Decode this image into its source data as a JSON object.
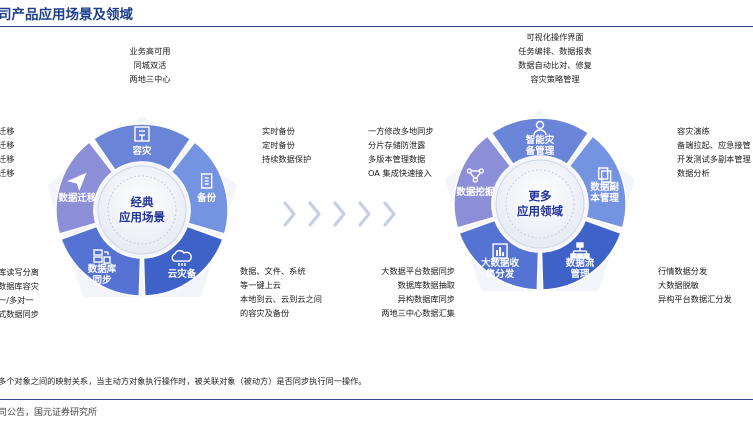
{
  "header": {
    "title": "司产品应用场景及领域"
  },
  "left_diagram": {
    "center_label": [
      "经典",
      "应用场景"
    ],
    "segments": [
      {
        "label": "容灾",
        "icon": "building-icon",
        "color": "#6a84d8"
      },
      {
        "label": "备份",
        "icon": "document-icon",
        "color": "#7493e0"
      },
      {
        "label": "云灾备",
        "icon": "cloud-icon",
        "color": "#3f62c8"
      },
      {
        "label": "数据库同步",
        "icon": "database-sync-icon",
        "color": "#5573d2"
      },
      {
        "label": "数据迁移",
        "icon": "paper-plane-icon",
        "color": "#8c8fd8"
      }
    ],
    "descriptions": {
      "top": [
        "业务高可用",
        "同城双活",
        "两地三中心"
      ],
      "right": [
        "实时备份",
        "定时备份",
        "持续数据保护"
      ],
      "bottom_right": [
        "数据、文件、系统",
        "等一键上云",
        "本地到云、云到云之间",
        "的容灾及备份"
      ],
      "bottom_left": [
        "库读写分离",
        "数据库容灾",
        "一/多对一",
        "式数据同步"
      ],
      "left": [
        "迁移",
        "迁移",
        "迁移",
        "迁移"
      ]
    }
  },
  "arrows": {
    "count": 5,
    "color": "#c5d0e6"
  },
  "right_diagram": {
    "center_label": [
      "更多",
      "应用领域"
    ],
    "segments": [
      {
        "label": "智能灾备管理",
        "icon": "person-icon",
        "color": "#6a84d8"
      },
      {
        "label": "数据副本管理",
        "icon": "copy-document-icon",
        "color": "#7493e0"
      },
      {
        "label": "数据流管理",
        "icon": "flow-chart-icon",
        "color": "#3f62c8"
      },
      {
        "label": "大数据收集分发",
        "icon": "bar-chart-icon",
        "color": "#5573d2"
      },
      {
        "label": "数据挖掘",
        "icon": "network-icon",
        "color": "#8c8fd8"
      }
    ],
    "descriptions": {
      "top": [
        "可视化操作界面",
        "任务编排、数据报表",
        "数据自动比对、修复",
        "容灾策略管理"
      ],
      "left": [
        "一方修改多地同步",
        "分片存储防泄露",
        "多版本管理数据",
        "OA 集成快速接入"
      ],
      "right": [
        "容灾演练",
        "备端拉起、应急接管",
        "开发测试多副本管理",
        "数据分析"
      ],
      "bottom_left": [
        "大数据平台数据同步",
        "数据库数据抽取",
        "异构数据库同步",
        "两地三中心数据汇集"
      ],
      "bottom_right": [
        "行情数据分发",
        "大数据脱敏",
        "异构平台数据汇分发"
      ]
    }
  },
  "footnote": "多个对象之间的映射关系，当主动方对象执行操作时，被关联对象（被动方）是否同步执行同一操作。",
  "source": "司公告，国元证券研究所"
}
